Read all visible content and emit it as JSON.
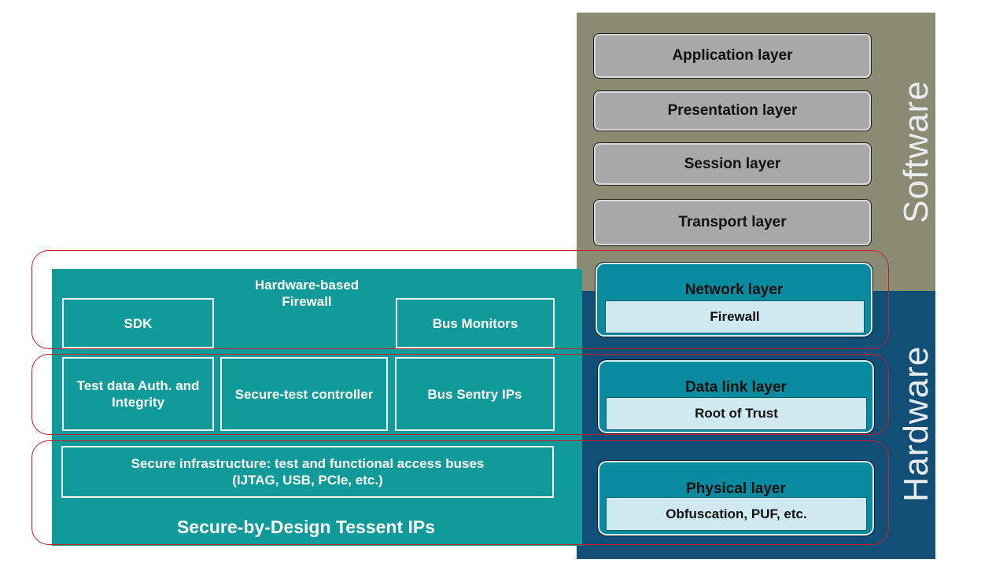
{
  "software_label": "Software",
  "hardware_label": "Hardware",
  "software_layers": [
    "Application layer",
    "Presentation layer",
    "Session layer",
    "Transport layer"
  ],
  "hardware_layers": [
    {
      "title": "Network layer",
      "sub": "Firewall"
    },
    {
      "title": "Data link layer",
      "sub": "Root of Trust"
    },
    {
      "title": "Physical layer",
      "sub": "Obfuscation, PUF, etc."
    }
  ],
  "tessent": {
    "firewall_line1": "Hardware-based",
    "firewall_line2": "Firewall",
    "sdk": "SDK",
    "bus_monitors": "Bus Monitors",
    "test_data_line1": "Test data Auth. and",
    "test_data_line2": "Integrity",
    "secure_test_controller": "Secure-test controller",
    "bus_sentry": "Bus Sentry IPs",
    "infra_line1": "Secure infrastructure: test and functional access buses",
    "infra_line2": "(IJTAG, USB, PCIe, etc.)",
    "footer": "Secure-by-Design Tessent IPs"
  },
  "colors": {
    "software_bg": "#8a8b72",
    "hardware_bg": "#114f77",
    "layer_gray": "#a8a8a8",
    "layer_teal": "#0a8a9e",
    "tessent_teal": "#119a9a",
    "highlight_red": "#c21f2a"
  }
}
